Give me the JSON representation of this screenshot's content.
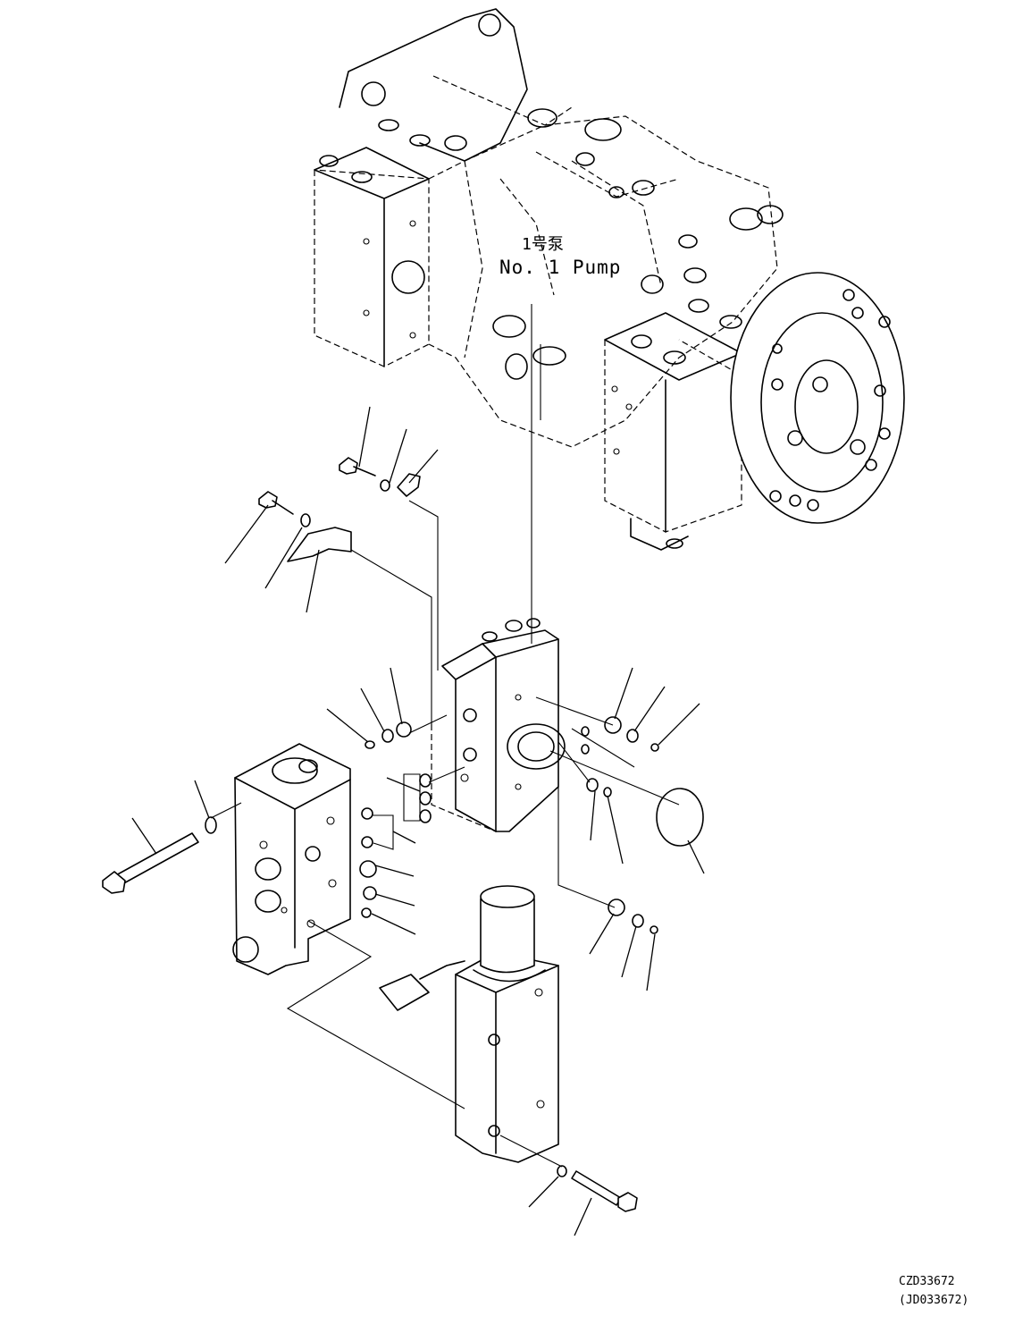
{
  "diagram": {
    "pump_label_jp": "1号泵",
    "pump_label_en": "No. 1 Pump",
    "drawing_code": "CZD33672",
    "drawing_code_alt": "(JD033672)"
  }
}
